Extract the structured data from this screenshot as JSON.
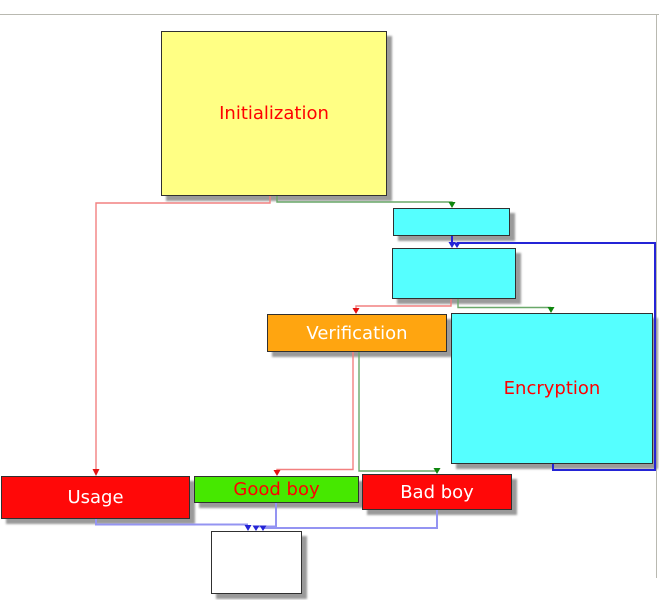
{
  "diagram": {
    "background_color": "#ffffff",
    "canvas_border_color": "#b9b9b1",
    "nodes": {
      "initialization": {
        "label": "Initialization",
        "fill": "#ffff84",
        "text_color": "#ff0000"
      },
      "stage1": {
        "label": "",
        "fill": "#55ffff",
        "text_color": "#000000"
      },
      "stage2": {
        "label": "",
        "fill": "#55ffff",
        "text_color": "#000000"
      },
      "verification": {
        "label": "Verification",
        "fill": "#ffa510",
        "text_color": "#ffffff"
      },
      "encryption": {
        "label": "Encryption",
        "fill": "#55ffff",
        "text_color": "#ff0000"
      },
      "usage": {
        "label": "Usage",
        "fill": "#ff0808",
        "text_color": "#ffffff"
      },
      "good_boy": {
        "label": "Good boy",
        "fill": "#46e800",
        "text_color": "#ff0000"
      },
      "bad_boy": {
        "label": "Bad boy",
        "fill": "#ff0808",
        "text_color": "#ffffff"
      },
      "final": {
        "label": "",
        "fill": "#ffffff",
        "text_color": "#000000"
      }
    },
    "edges": [
      {
        "from": "initialization",
        "to": "usage",
        "color": "red"
      },
      {
        "from": "initialization",
        "to": "stage1",
        "color": "green"
      },
      {
        "from": "stage1",
        "to": "stage2",
        "color": "blue"
      },
      {
        "from": "encryption",
        "to": "stage2",
        "color": "blue",
        "style": "loop-right"
      },
      {
        "from": "stage2",
        "to": "verification",
        "color": "red"
      },
      {
        "from": "stage2",
        "to": "encryption",
        "color": "green"
      },
      {
        "from": "verification",
        "to": "good_boy",
        "color": "red"
      },
      {
        "from": "verification",
        "to": "bad_boy",
        "color": "green"
      },
      {
        "from": "usage",
        "to": "final",
        "color": "light_blue"
      },
      {
        "from": "good_boy",
        "to": "final",
        "color": "light_blue"
      },
      {
        "from": "bad_boy",
        "to": "final",
        "color": "light_blue"
      }
    ],
    "edge_colors": {
      "red": "#f28080",
      "green": "#69a869",
      "blue": "#2424d6",
      "light_blue": "#9494f2"
    }
  }
}
